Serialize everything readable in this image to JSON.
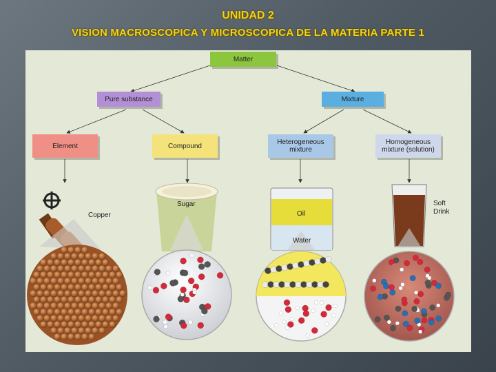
{
  "slide": {
    "title_line1": "UNIDAD 2",
    "title_line2": "VISION MACROSCOPICA Y MICROSCOPICA DE LA MATERIA PARTE 1"
  },
  "diagram": {
    "root": "Matter",
    "level1": [
      "Pure substance",
      "Mixture"
    ],
    "level2": [
      "Element",
      "Compound",
      "Heterogeneous mixture",
      "Homogeneous mixture (solution)"
    ],
    "examples": {
      "copper": "Copper",
      "sugar": "Sugar",
      "oil": "Oil",
      "water": "Water",
      "soft_drink": "Soft Drink"
    }
  },
  "colors": {
    "title": "#f3d21a",
    "matter": "#8cc63f",
    "pure_substance": "#b38fd6",
    "mixture": "#5aaee0",
    "element": "#ef8f86",
    "compound": "#f4e37a",
    "heterogeneous": "#a9c8e8",
    "homogeneous": "#cfd8ea"
  }
}
